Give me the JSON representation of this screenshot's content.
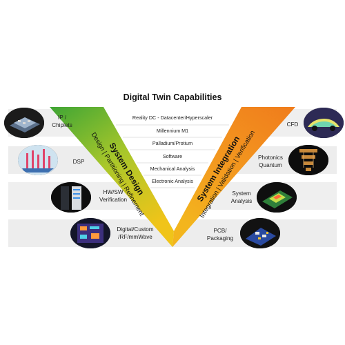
{
  "title": "Digital Twin Capabilities",
  "center_items": [
    "Reality DC - Datacenter/Hyperscaler",
    "Millennium M1",
    "Palladium/Protium",
    "Software",
    "Mechanical Analysis",
    "Electronic Analysis"
  ],
  "left_arm": {
    "title": "System Design",
    "subtitle": "Design | Partitioning | Refinement"
  },
  "right_arm": {
    "title": "System Integration",
    "subtitle": "Integration | Validation | Verification"
  },
  "left_items": [
    {
      "label": "IP /\nChiplets",
      "icon": "chiplet-icon"
    },
    {
      "label": "DSP",
      "icon": "dsp-chart-icon"
    },
    {
      "label": "HW/SW\nVerification",
      "icon": "server-rack-icon"
    },
    {
      "label": "Digital/Custom\n/RF/mmWave",
      "icon": "chip-layout-icon"
    }
  ],
  "right_items": [
    {
      "label": "CFD",
      "icon": "car-cfd-icon"
    },
    {
      "label": "Photonics\nQuantum",
      "icon": "quantum-computer-icon"
    },
    {
      "label": "System\nAnalysis",
      "icon": "thermal-board-icon"
    },
    {
      "label": "PCB/\nPackaging",
      "icon": "pcb-icon"
    }
  ],
  "colors": {
    "green": "#3fa535",
    "yellow": "#e2d21c",
    "orange": "#f28b1f",
    "band": "#ececec"
  }
}
